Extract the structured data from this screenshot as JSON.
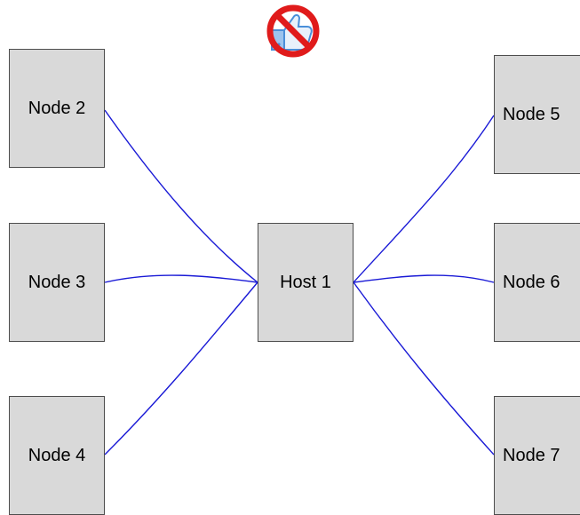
{
  "diagram": {
    "nodes": [
      {
        "id": "node-2",
        "label": "Node 2"
      },
      {
        "id": "node-3",
        "label": "Node 3"
      },
      {
        "id": "node-4",
        "label": "Node 4"
      },
      {
        "id": "host-1",
        "label": "Host 1"
      },
      {
        "id": "node-5",
        "label": "Node 5"
      },
      {
        "id": "node-6",
        "label": "Node 6"
      },
      {
        "id": "node-7",
        "label": "Node 7"
      }
    ],
    "edges": [
      {
        "from": "host-1",
        "to": "node-2"
      },
      {
        "from": "host-1",
        "to": "node-3"
      },
      {
        "from": "host-1",
        "to": "node-4"
      },
      {
        "from": "host-1",
        "to": "node-5"
      },
      {
        "from": "host-1",
        "to": "node-6"
      },
      {
        "from": "host-1",
        "to": "node-7"
      }
    ],
    "edge_color": "#1a1ad6",
    "node_fill": "#d9d9d9",
    "badge": {
      "icon": "no-thumbs-up-icon",
      "ring_color": "#e01b1b",
      "thumb_color": "#4a8fd9"
    }
  }
}
